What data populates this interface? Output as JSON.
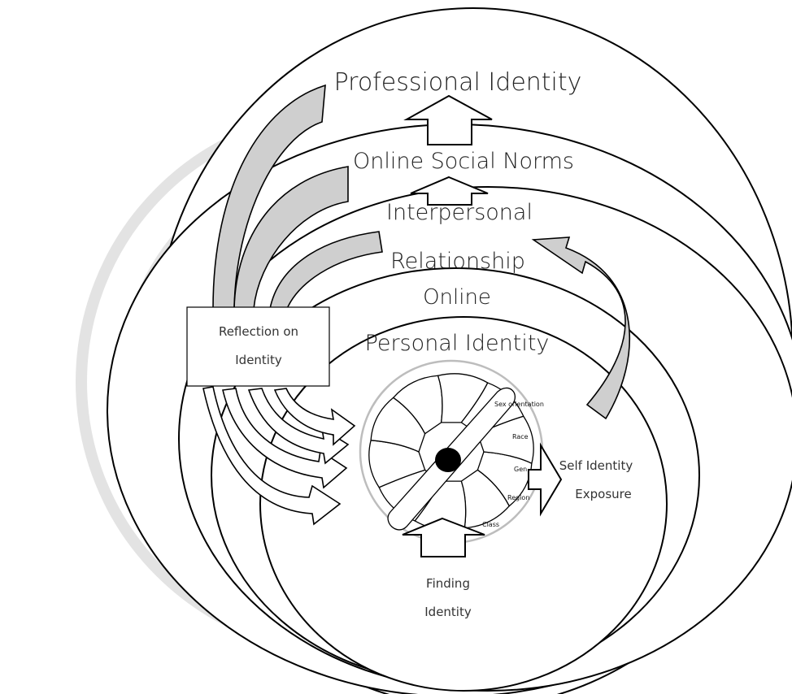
{
  "labels": {
    "professional": "Professional Identity",
    "online_social": "Online Social Norms",
    "interpersonal_1": "Interpersonal",
    "interpersonal_2": "Relationship",
    "online": "Online",
    "personal": "Personal Identity",
    "reflection_1": "Reflection on",
    "reflection_2": "Identity",
    "self_exposure_1": "Self Identity",
    "self_exposure_2": "Exposure",
    "finding_1": "Finding",
    "finding_2": "Identity"
  },
  "facets": [
    "Sex orientation",
    "Race",
    "Gen",
    "Region",
    "Class"
  ],
  "colors": {
    "stroke": "#000000",
    "curve_fill": "#cfcfcf",
    "inner_ring": "#bdbdbd",
    "watermark": "#e3e3e3"
  }
}
